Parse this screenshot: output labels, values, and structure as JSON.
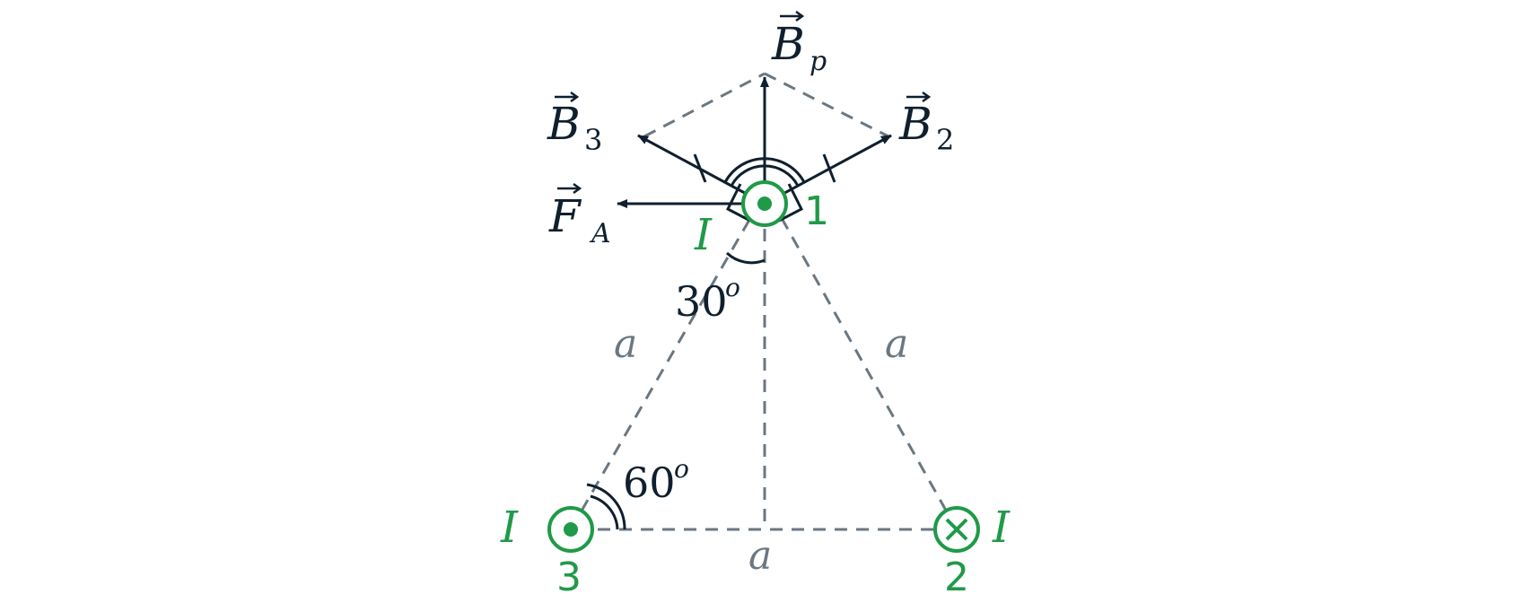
{
  "colors": {
    "ink": "#0f1f2e",
    "green": "#1f9a48",
    "gray": "#6b7780"
  },
  "labels": {
    "b_p": "B",
    "b_p_sub": "p",
    "b_3": "B",
    "b_3_sub": "3",
    "b_2": "B",
    "b_2_sub": "2",
    "f_a": "F",
    "f_a_sub": "A",
    "current_1": "I",
    "current_2": "I",
    "current_3": "I",
    "wire_1": "1",
    "wire_2": "2",
    "wire_3": "3",
    "side_left": "a",
    "side_right": "a",
    "side_bottom": "a",
    "angle_30": "30",
    "angle_30_sup": "o",
    "angle_60": "60",
    "angle_60_sup": "o"
  }
}
